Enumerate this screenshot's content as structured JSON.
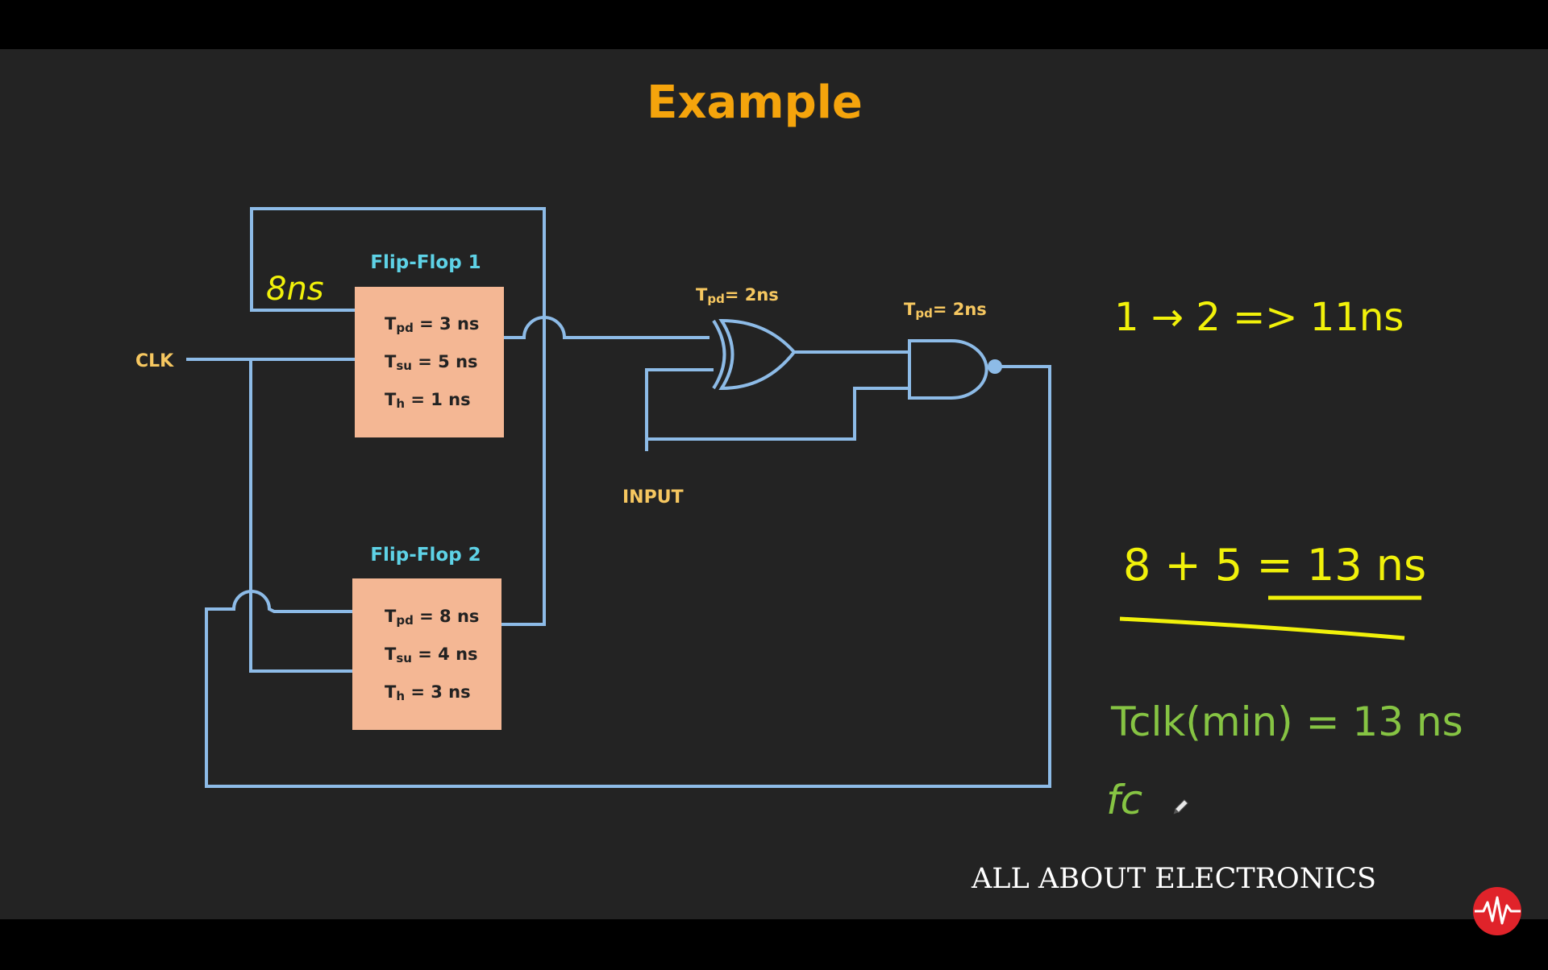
{
  "title": "Example",
  "flipflops": [
    {
      "name": "Flip-Flop 1",
      "tpd": "3 ns",
      "tsu": "5 ns",
      "th": "1 ns"
    },
    {
      "name": "Flip-Flop 2",
      "tpd": "8 ns",
      "tsu": "4 ns",
      "th": "3 ns"
    }
  ],
  "gates": {
    "xor": {
      "sub": "pd",
      "value": "= 2ns"
    },
    "nand": {
      "sub": "pd",
      "value": "= 2ns"
    }
  },
  "labels": {
    "clk": "CLK",
    "input": "INPUT"
  },
  "annotations": {
    "feedback_delay": "8ns",
    "path_1_2": "1 → 2 => 11ns",
    "sum": "8 + 5 = 13 ns",
    "tclk_min": "Tclk(min) = 13 ns",
    "fclk_partial": "fc"
  },
  "watermark": "ALL ABOUT ELECTRONICS",
  "colors": {
    "background": "#232323",
    "wire": "#8dbbe7",
    "box_fill": "#f4b794",
    "title": "#f5a40c",
    "ff_label": "#5ed2e6",
    "gate_label": "#f6c760",
    "ink_yellow": "#f1f10a",
    "ink_green": "#86c443"
  },
  "icons": [
    "brand-logo-icon",
    "pen-cursor-icon"
  ]
}
